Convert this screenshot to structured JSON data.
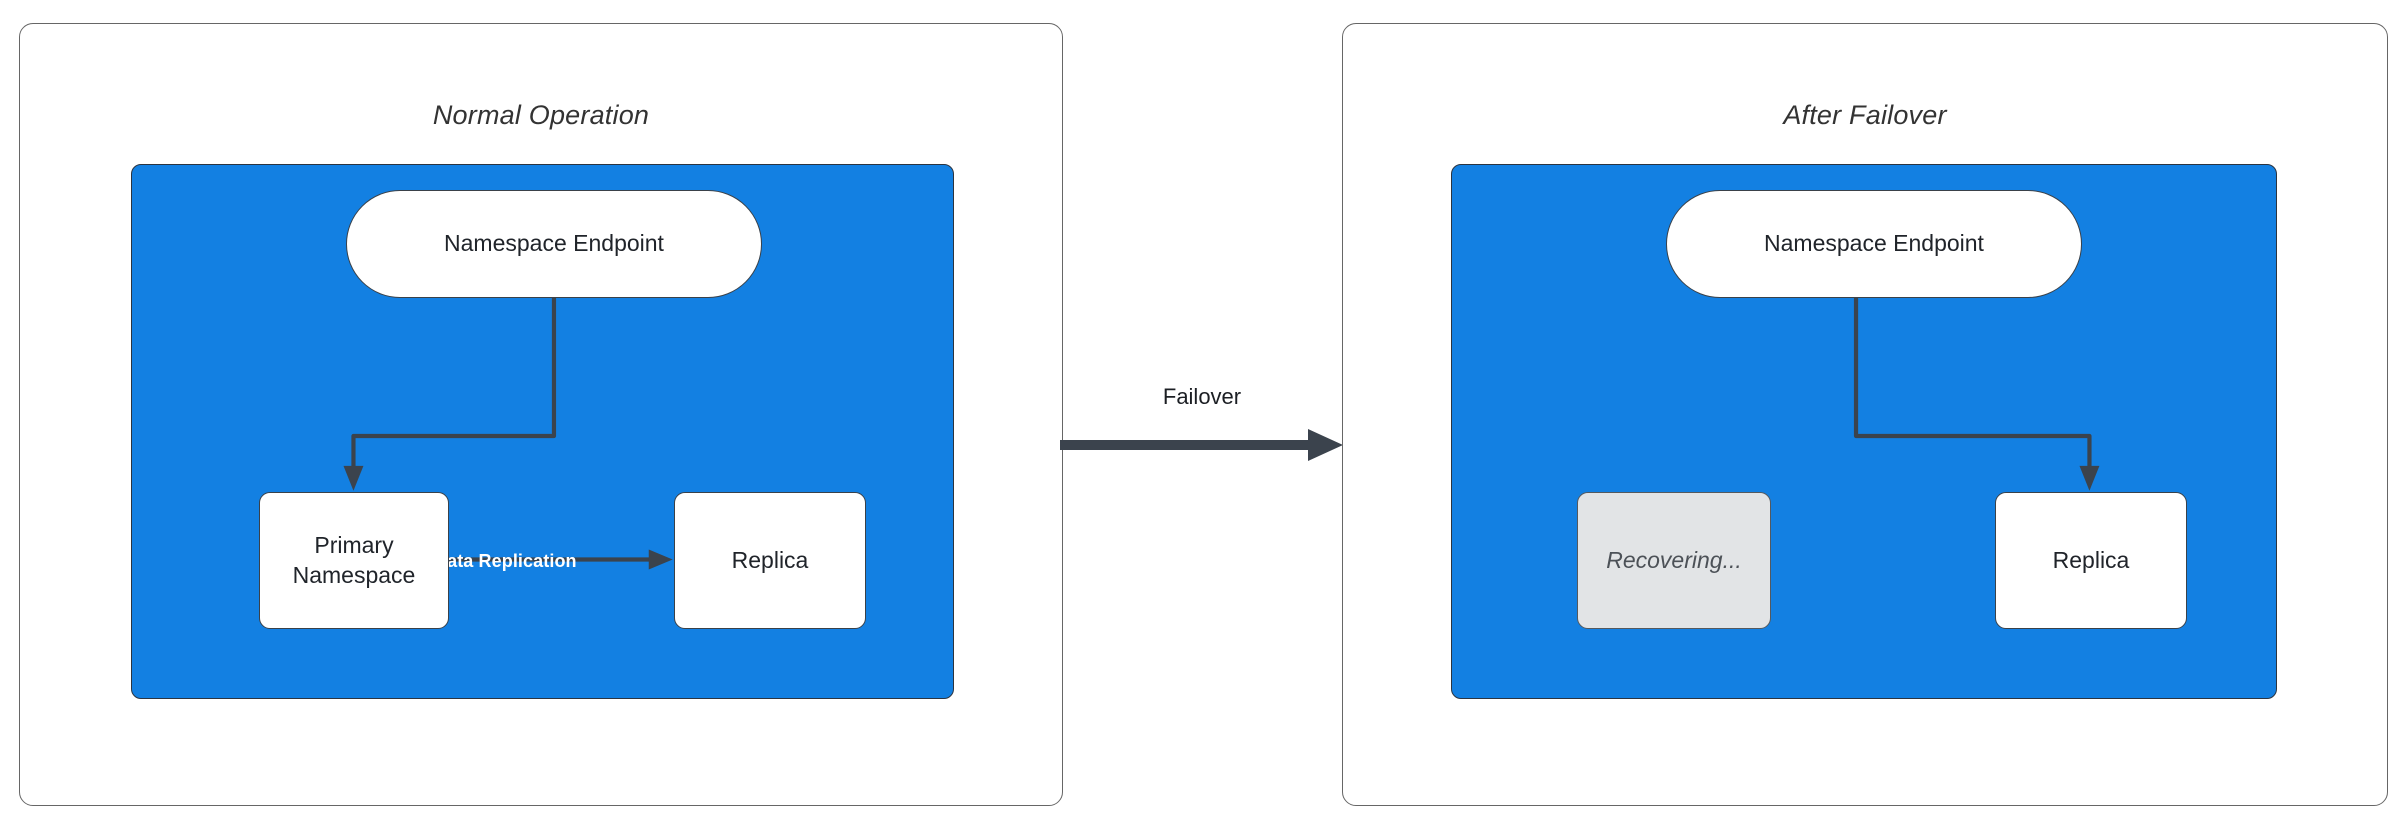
{
  "diagram": {
    "title_left": "Normal Operation",
    "title_right": "After Failover",
    "colors": {
      "group_fill": "#1380e2",
      "node_fill": "#ffffff",
      "dim_fill": "#e2e4e6",
      "stroke": "#3b434d",
      "panel_border": "#666666",
      "edge_label_text": "#ffffff"
    }
  },
  "left_panel": {
    "title": "Normal Operation",
    "nodes": {
      "endpoint": "Namespace Endpoint",
      "primary": "Primary\nNamespace",
      "primary_line1": "Primary",
      "primary_line2": "Namespace",
      "replica": "Replica"
    },
    "edges": {
      "endpoint_to_primary": "",
      "primary_to_replica": "Data Replication"
    }
  },
  "transition": {
    "label": "Failover"
  },
  "right_panel": {
    "title": "After Failover",
    "nodes": {
      "endpoint": "Namespace Endpoint",
      "recovering": "Recovering...",
      "replica": "Replica"
    },
    "edges": {
      "endpoint_to_replica": ""
    }
  }
}
